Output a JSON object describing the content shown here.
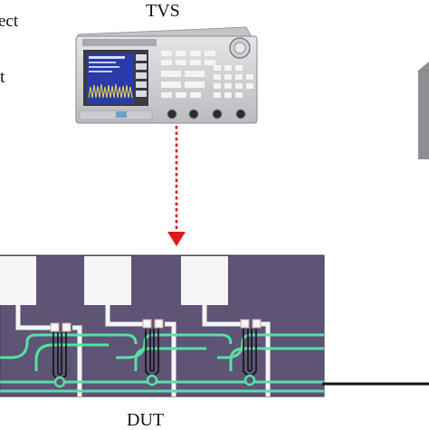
{
  "labels": {
    "instrument": "TVS",
    "device": "DUT",
    "clipped_top": "ect",
    "clipped_mid": "t"
  },
  "colors": {
    "chip": "#5d5476",
    "chip_edge": "#3f3957",
    "pad": "#f5f5f7",
    "waveguide": "#58e0a4",
    "arrow": "#e01818",
    "instrument_body": "#d2d2d4",
    "instrument_screen": "#2a3aa8",
    "cable": "#111111"
  },
  "icons": {
    "instrument": "signal-generator-icon",
    "link": "dotted-arrow-down-icon",
    "chip": "photonic-chip-icon"
  }
}
